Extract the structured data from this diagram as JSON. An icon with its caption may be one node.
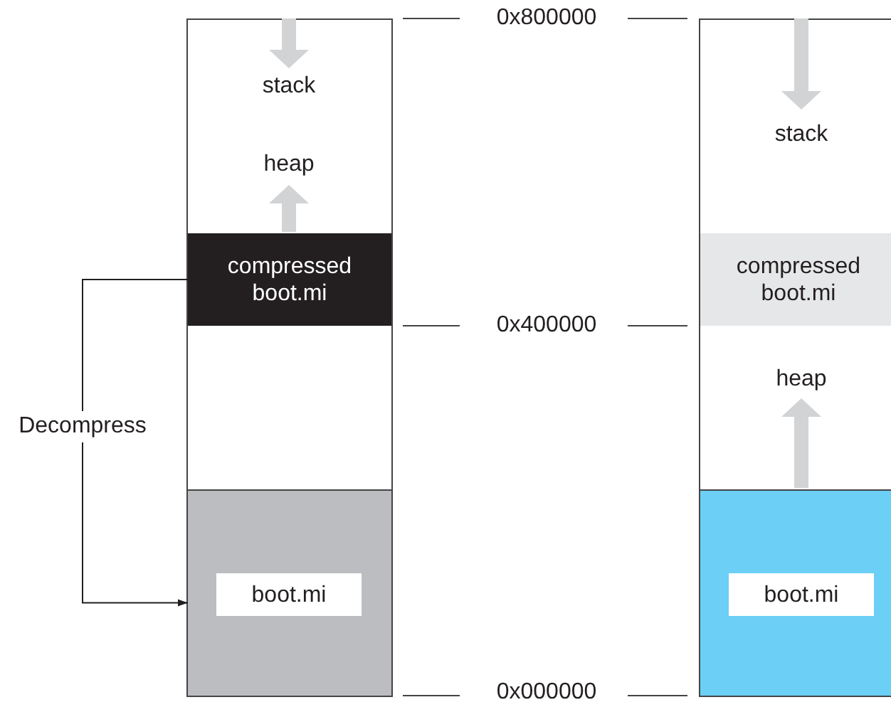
{
  "diagram": {
    "nodes": [
      {
        "text": [],
        "shape": "box"
      },
      {
        "text": [
          "compressed boot.mi"
        ],
        "in": 0
      },
      {
        "text": [],
        "shape": "box",
        "in": 0
      },
      {
        "text": [
          "boot.mi"
        ],
        "in": 2
      },
      {
        "text": [],
        "shape": "box"
      },
      {
        "text": [
          "compressed boot.mi"
        ],
        "in": 4
      },
      {
        "text": [],
        "shape": "box",
        "in": 4
      },
      {
        "text": [
          "boot.mi"
        ],
        "in": 6
      }
    ],
    "edges": [
      {
        "from": 1,
        "to": 2,
        "arrow": "to",
        "label": "Decompress"
      }
    ],
    "labels": [
      "stack",
      "heap",
      "0x800000",
      "0x400000",
      "0x000000",
      "stack",
      "heap"
    ]
  }
}
